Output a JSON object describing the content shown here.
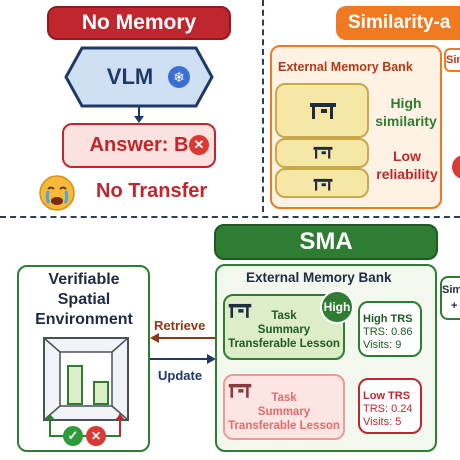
{
  "no_memory": {
    "title": "No Memory",
    "vlm_label": "VLM",
    "vlm_icon": "snowflake-icon",
    "answer_label": "Answer: B",
    "answer_icon": "x-circle-icon",
    "no_transfer_label": "No Transfer",
    "face_icon": "crying-face-icon"
  },
  "similarity": {
    "title": "Similarity-a",
    "bank_title": "External Memory Bank",
    "cut_label": "Sim",
    "high_similarity": "High\nsimilarity",
    "low_reliability": "Low\nreliability"
  },
  "sma": {
    "title": "SMA",
    "env_title": "Verifiable\nSpatial\nEnvironment",
    "retrieve_label": "Retrieve",
    "update_label": "Update",
    "bank_title": "External Memory Bank",
    "high_badge": "High",
    "card_high_text": "Task\nSummary\nTransferable Lesson",
    "card_low_text": "Task\nSummary\nTransferable Lesson",
    "high_trs_title": "High TRS",
    "high_trs_value": "TRS: 0.86",
    "high_visits": "Visits: 9",
    "low_trs_title": "Low TRS",
    "low_trs_value": "TRS: 0.24",
    "low_visits": "Visits: 5",
    "cut_label": "Sim",
    "cut_plus": "+"
  },
  "colors": {
    "red": "#c0262d",
    "orange": "#f07a22",
    "green": "#2e7d32",
    "navy": "#1f3a66",
    "yellow_bg": "#f7e7a6",
    "green_bg": "#dcedc8",
    "pink_bg": "#fde5e3"
  }
}
